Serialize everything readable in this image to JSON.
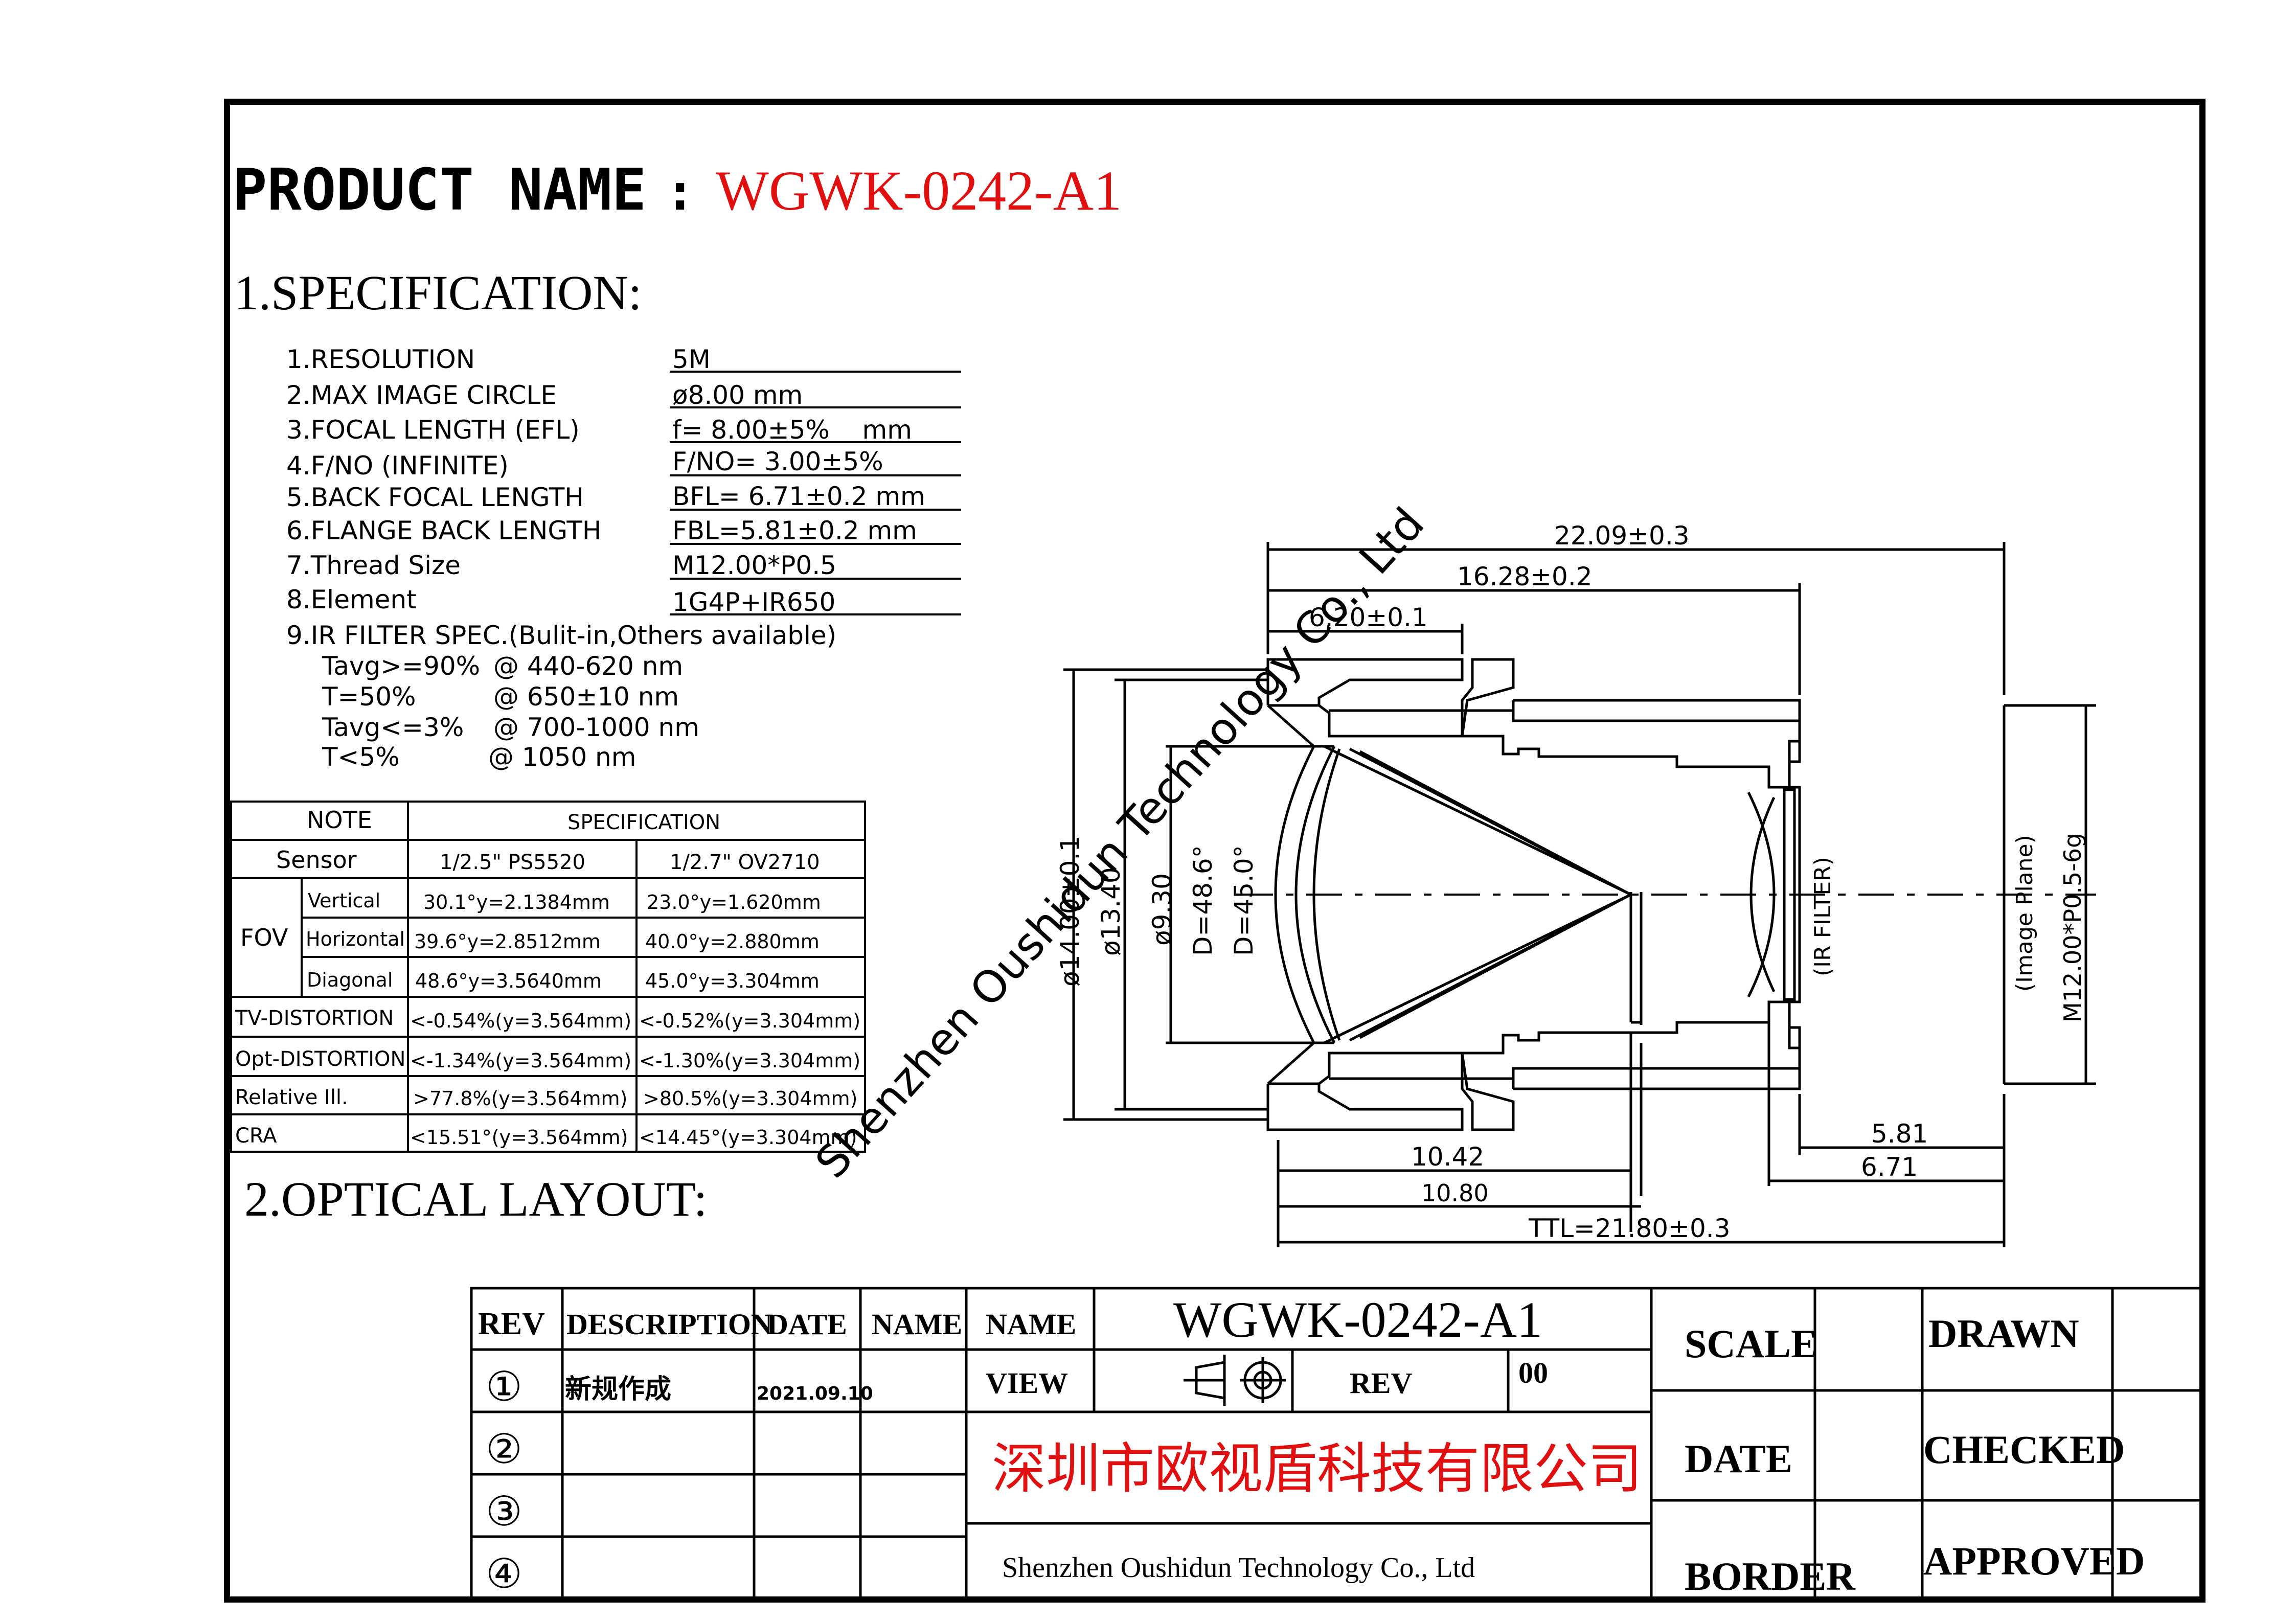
{
  "header": {
    "label": "PRODUCT NAME",
    "colon": ":",
    "product": "WGWK-0242-A1",
    "product_color": "#e01010"
  },
  "section1": "1.SPECIFICATION:",
  "specs": [
    {
      "label": "1.RESOLUTION",
      "value": "5M"
    },
    {
      "label": "2.MAX IMAGE CIRCLE",
      "value": "ø8.00 mm"
    },
    {
      "label": "3.FOCAL LENGTH (EFL)",
      "value": "f= 8.00±5%    mm"
    },
    {
      "label": "4.F/NO (INFINITE)",
      "value": "F/NO= 3.00±5%"
    },
    {
      "label": "5.BACK FOCAL LENGTH",
      "value": "BFL= 6.71±0.2 mm"
    },
    {
      "label": "6.FLANGE BACK LENGTH",
      "value": "FBL=5.81±0.2 mm"
    },
    {
      "label": "7.Thread Size",
      "value": "M12.00*P0.5"
    },
    {
      "label": "8.Element",
      "value": "1G4P+IR650"
    }
  ],
  "ir": {
    "title": "9.IR FILTER SPEC.(Bulit-in,Others available)",
    "rows": [
      {
        "a": "Tavg>=90%",
        "b": "@ 440-620 nm"
      },
      {
        "a": "T=50%",
        "b": "@ 650±10 nm"
      },
      {
        "a": "Tavg<=3%",
        "b": "@ 700-1000 nm"
      },
      {
        "a": "T<5%",
        "b": "@ 1050 nm"
      }
    ]
  },
  "fov_table": {
    "note": "NOTE",
    "spec": "SPECIFICATION",
    "sensor": "Sensor",
    "s1": "1/2.5\" PS5520",
    "s2": "1/2.7\" OV2710",
    "fov": "FOV",
    "rows": [
      {
        "l": "Vertical",
        "a": "30.1°y=2.1384mm",
        "b": "23.0°y=1.620mm"
      },
      {
        "l": "Horizontal",
        "a": "39.6°y=2.8512mm",
        "b": "40.0°y=2.880mm"
      },
      {
        "l": "Diagonal",
        "a": "48.6°y=3.5640mm",
        "b": "45.0°y=3.304mm"
      }
    ],
    "rows2": [
      {
        "l": "TV-DISTORTION",
        "a": "<-0.54%(y=3.564mm)",
        "b": "<-0.52%(y=3.304mm)"
      },
      {
        "l": "Opt-DISTORTION",
        "a": "<-1.34%(y=3.564mm)",
        "b": "<-1.30%(y=3.304mm)"
      },
      {
        "l": "Relative Ill.",
        "a": ">77.8%(y=3.564mm)",
        "b": ">80.5%(y=3.304mm)"
      },
      {
        "l": "CRA",
        "a": "<15.51°(y=3.564mm)",
        "b": "<14.45°(y=3.304mm)"
      }
    ]
  },
  "section2": "2.OPTICAL LAYOUT:",
  "dims": {
    "d1": "22.09±0.3",
    "d2": "16.28±0.2",
    "d3": "6.20±0.1",
    "d4": "10.42",
    "d5": "10.80",
    "d6": "TTL=21.80±0.3",
    "d7": "5.81",
    "d8": "6.71",
    "v1": "ø14.00±0.1",
    "v2": "ø13.40",
    "v3": "ø9.30",
    "v4": "D=48.6°",
    "v5": "D=45.0°",
    "irf": "(IR FILTER)",
    "img": "(Image Plane)",
    "thread": "M12.00*P0.5-6g"
  },
  "watermark": "Shenzhen Oushidun Technology Co., Ltd",
  "title_block": {
    "rev": "REV",
    "desc": "DESCRIPTION",
    "date": "DATE",
    "name": "NAME",
    "name2": "NAME",
    "product": "WGWK-0242-A1",
    "view": "VIEW",
    "rev2": "REV",
    "rev_val": "00",
    "n1": "①",
    "n2": "②",
    "n3": "③",
    "n4": "④",
    "row1_desc": "新规作成",
    "row1_date": "2021.09.10",
    "company_cn": "深圳市欧视盾科技有限公司",
    "company_cn_color": "#e01010",
    "company_en": "Shenzhen Oushidun Technology Co., Ltd",
    "scale": "SCALE",
    "drawn": "DRAWN",
    "date2": "DATE",
    "checked": "CHECKED",
    "border": "BORDER",
    "approved": "APPROVED"
  }
}
